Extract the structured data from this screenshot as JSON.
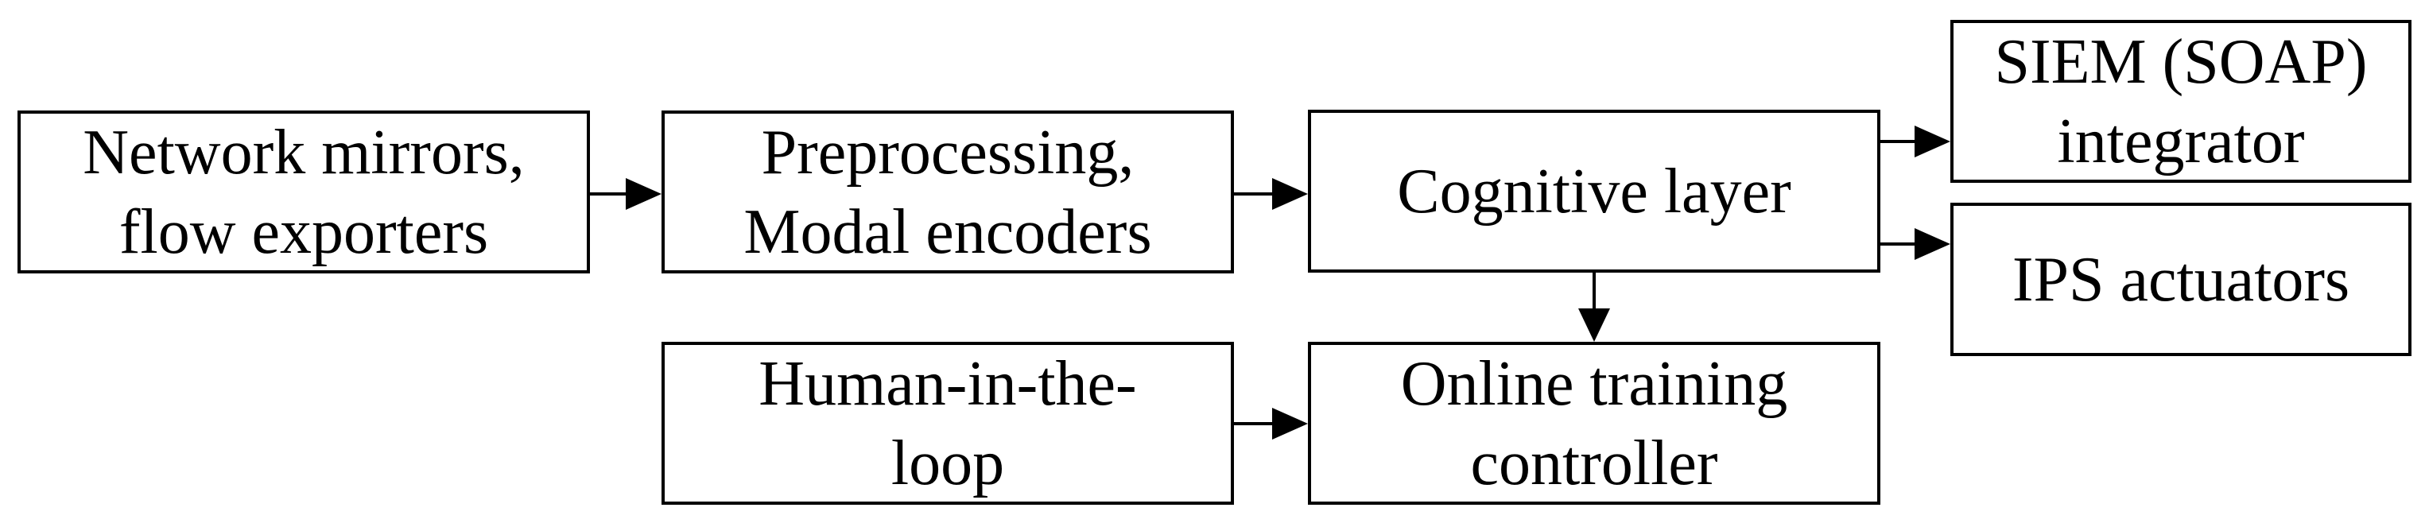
{
  "diagram": {
    "background_color": "#ffffff",
    "stroke_color": "#000000",
    "nodes": [
      {
        "id": "network",
        "label": "Network mirrors,\nflow exporters"
      },
      {
        "id": "preprocessing",
        "label": "Preprocessing,\nModal encoders"
      },
      {
        "id": "cognitive",
        "label": "Cognitive layer"
      },
      {
        "id": "siem",
        "label": "SIEM (SOAP)\nintegrator"
      },
      {
        "id": "ips",
        "label": "IPS actuators"
      },
      {
        "id": "human",
        "label": "Human-in-the-\nloop"
      },
      {
        "id": "online",
        "label": "Online training\ncontroller"
      }
    ],
    "edges": [
      {
        "from": "network",
        "to": "preprocessing"
      },
      {
        "from": "preprocessing",
        "to": "cognitive"
      },
      {
        "from": "cognitive",
        "to": "siem"
      },
      {
        "from": "cognitive",
        "to": "ips"
      },
      {
        "from": "cognitive",
        "to": "online"
      },
      {
        "from": "human",
        "to": "online"
      }
    ]
  }
}
